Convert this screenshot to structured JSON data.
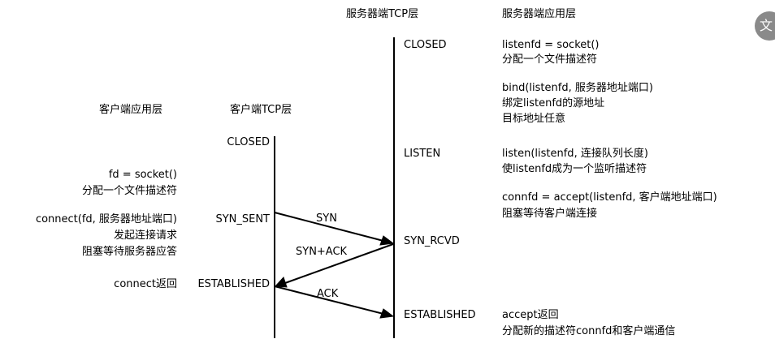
{
  "headers": {
    "server_tcp": "服务器端TCP层",
    "server_app": "服务器端应用层",
    "client_app": "客户端应用层",
    "client_tcp": "客户端TCP层"
  },
  "server_states": {
    "closed": "CLOSED",
    "listen": "LISTEN",
    "syn_rcvd": "SYN_RCVD",
    "established": "ESTABLISHED"
  },
  "client_states": {
    "closed": "CLOSED",
    "syn_sent": "SYN_SENT",
    "established": "ESTABLISHED"
  },
  "server_app": {
    "socket_1": "listenfd = socket()",
    "socket_2": "分配一个文件描述符",
    "bind_1": "bind(listenfd, 服务器地址端口)",
    "bind_2": "绑定listenfd的源地址",
    "bind_3": "目标地址任意",
    "listen_1": "listen(listenfd, 连接队列长度)",
    "listen_2": "使listenfd成为一个监听描述符",
    "accept_1": "connfd = accept(listenfd, 客户端地址端口)",
    "accept_2": "阻塞等待客户端连接",
    "accept_ret_1": "accept返回",
    "accept_ret_2": "分配新的描述符connfd和客户端通信"
  },
  "client_app": {
    "socket_1": "fd = socket()",
    "socket_2": "分配一个文件描述符",
    "connect_1": "connect(fd, 服务器地址端口)",
    "connect_2": "发起连接请求",
    "connect_3": "阻塞等待服务器应答",
    "connect_ret": "connect返回"
  },
  "messages": {
    "syn": "SYN",
    "syn_ack": "SYN+ACK",
    "ack": "ACK"
  },
  "corner_icon": {
    "name": "translate-icon",
    "glyph": "文"
  }
}
